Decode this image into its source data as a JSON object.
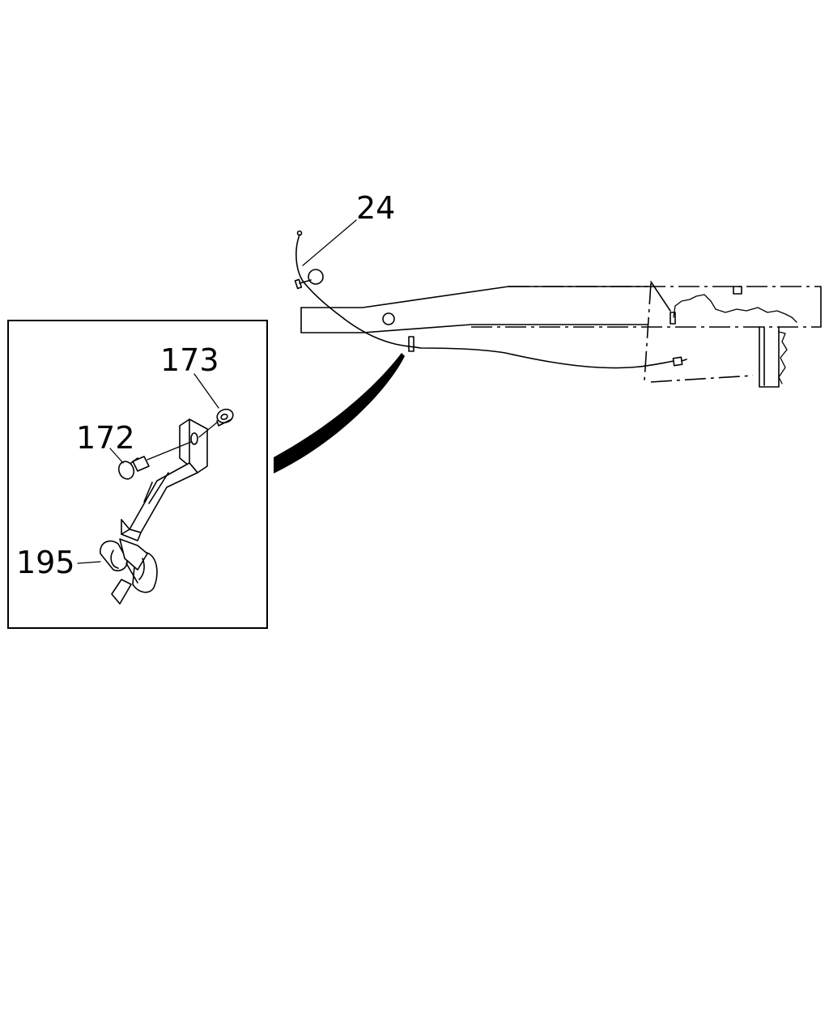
{
  "callouts": {
    "cable": "24",
    "nut": "173",
    "bolt": "172",
    "clip": "195"
  },
  "colors": {
    "line": "#000000",
    "background": "#ffffff"
  }
}
